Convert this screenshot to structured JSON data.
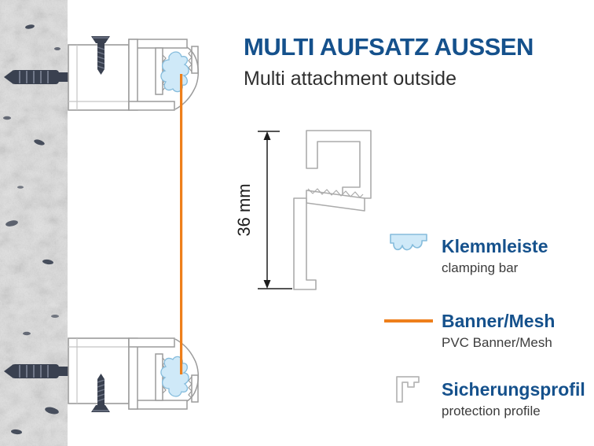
{
  "header": {
    "title": "MULTI AUFSATZ AUSSEN",
    "subtitle": "Multi attachment outside"
  },
  "diagram": {
    "dimension_label": "36 mm"
  },
  "legend": {
    "items": [
      {
        "icon": "clamping-bar-icon",
        "label": "Klemmleiste",
        "sublabel": "clamping bar"
      },
      {
        "icon": "banner-mesh-icon",
        "label": "Banner/Mesh",
        "sublabel": "PVC Banner/Mesh"
      },
      {
        "icon": "protection-profile-icon",
        "label": "Sicherungsprofil",
        "sublabel": "protection profile"
      }
    ]
  },
  "colors": {
    "accent_blue": "#15518c",
    "banner_orange": "#ee7f1b",
    "clamp_blue": "#cfe9f8",
    "profile_gray": "#9b9b9b",
    "screw_dark": "#3a4150"
  }
}
